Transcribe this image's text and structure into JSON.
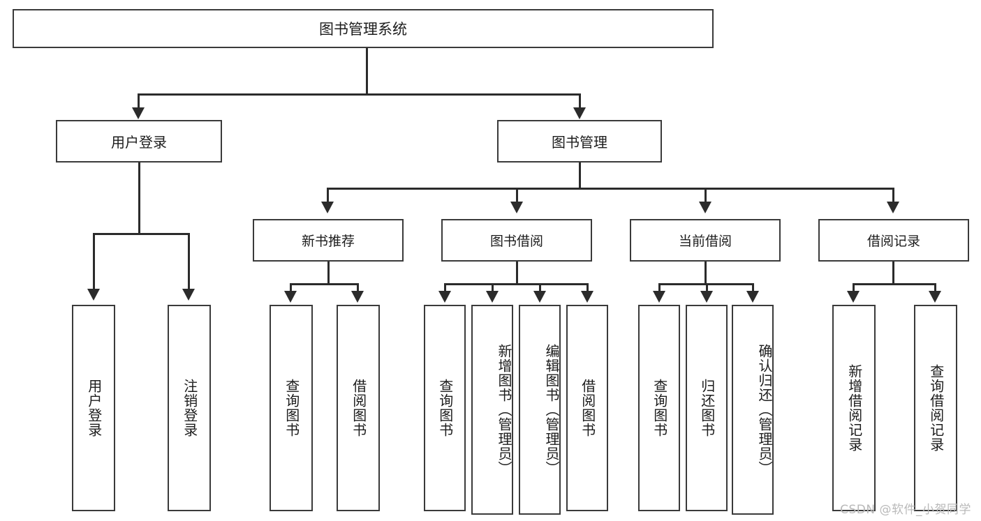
{
  "diagram": {
    "type": "tree",
    "title": "图书管理系统",
    "watermark": "CSDN @软件_小贺同学",
    "root": {
      "label": "图书管理系统"
    },
    "level1": [
      {
        "label": "用户登录"
      },
      {
        "label": "图书管理"
      }
    ],
    "level2": [
      {
        "label": "新书推荐"
      },
      {
        "label": "图书借阅"
      },
      {
        "label": "当前借阅"
      },
      {
        "label": "借阅记录"
      }
    ],
    "leaves": {
      "user_login": [
        {
          "label": "用户登录"
        },
        {
          "label": "注销登录"
        }
      ],
      "new_book_recommend": [
        {
          "label": "查询图书"
        },
        {
          "label": "借阅图书"
        }
      ],
      "book_borrow": [
        {
          "label": "查询图书"
        },
        {
          "label": "新增图书（管理员）"
        },
        {
          "label": "编辑图书（管理员）"
        },
        {
          "label": "借阅图书"
        }
      ],
      "current_borrow": [
        {
          "label": "查询图书"
        },
        {
          "label": "归还图书"
        },
        {
          "label": "确认归还（管理员）"
        }
      ],
      "borrow_record": [
        {
          "label": "新增借阅记录"
        },
        {
          "label": "查询借阅记录"
        }
      ]
    },
    "colors": {
      "box_border": "#3a3a3a",
      "connector": "#2b2b2b",
      "background": "#ffffff",
      "text": "#1c1c1c",
      "watermark": "#b9b9b9"
    }
  }
}
